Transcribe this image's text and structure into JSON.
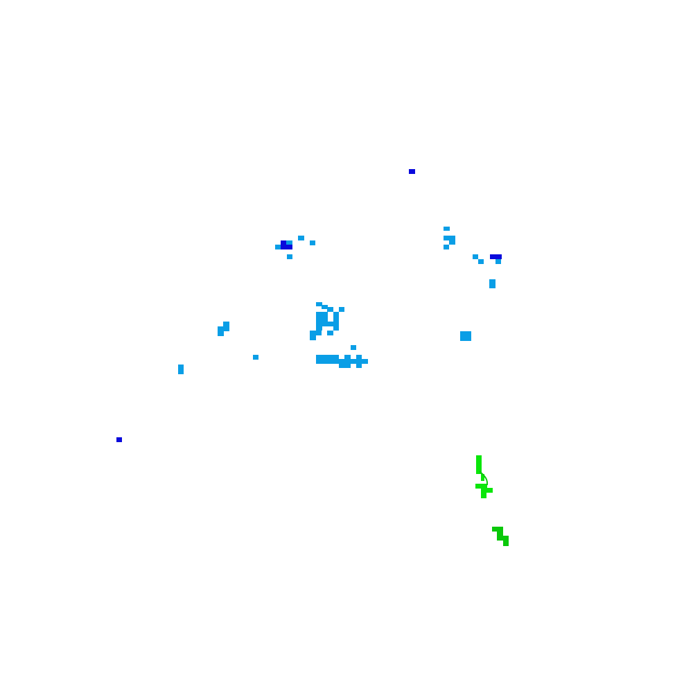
{
  "map": {
    "background": "#ffffff",
    "legend_classes": [
      {
        "key": "light-blue",
        "color": "#0a9ee6"
      },
      {
        "key": "dark-blue",
        "color": "#0a0adc"
      },
      {
        "key": "bright-green",
        "color": "#0ae60a"
      },
      {
        "key": "dark-green",
        "color": "#0ac80a"
      }
    ]
  }
}
